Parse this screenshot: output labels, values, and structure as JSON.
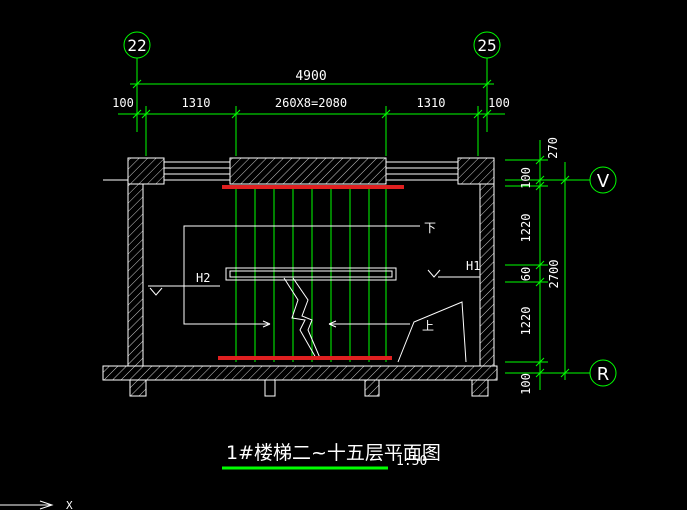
{
  "axes": {
    "left_axis": "22",
    "right_axis": "25",
    "top_axis": "V",
    "bottom_axis": "R"
  },
  "dimensions": {
    "overall_width": "4900",
    "left_end": "100",
    "left_span": "1310",
    "middle_span": "260X8=2080",
    "right_span": "1310",
    "right_end": "100",
    "top_offset": "270",
    "wall_top": "100",
    "upper_run": "1220",
    "landing": "60",
    "overall_depth": "2700",
    "lower_run": "1220",
    "wall_bottom": "100"
  },
  "labels": {
    "down": "下",
    "up": "上",
    "h1": "H1",
    "h2": "H2"
  },
  "title": {
    "text": "1#楼梯二~十五层平面图",
    "scale": "1:50"
  },
  "ucs": {
    "x": "X"
  },
  "colors": {
    "lines": "#00ff00",
    "walls": "#ffffff",
    "text": "#ffffff",
    "highlight": "#e02020"
  }
}
